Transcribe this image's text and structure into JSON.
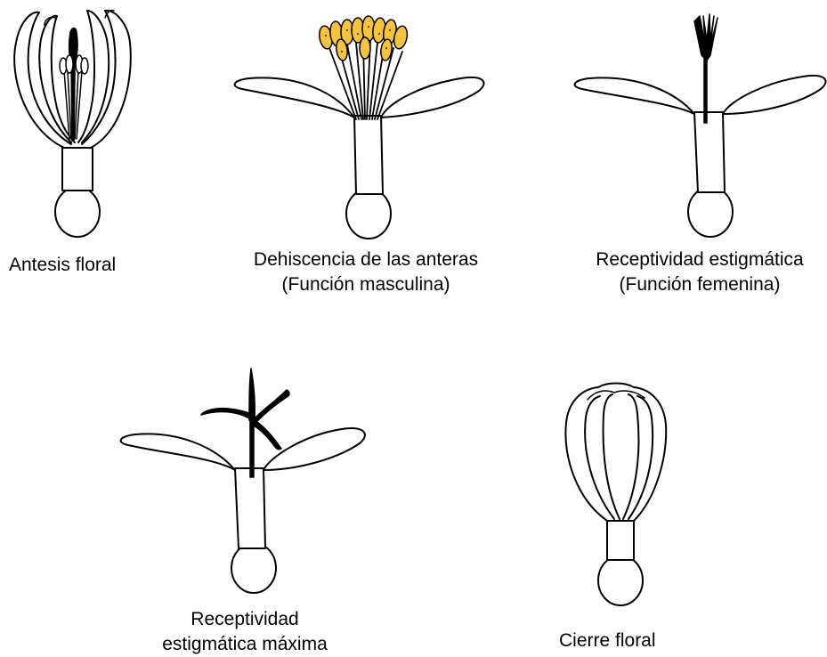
{
  "colors": {
    "line": "#000000",
    "anther": "#F5C242",
    "background": "#FFFFFF"
  },
  "stages": [
    {
      "id": "antesis",
      "label_lines": [
        "Antesis floral"
      ]
    },
    {
      "id": "dehiscencia",
      "label_lines": [
        "Dehiscencia de las anteras",
        "(Función masculina)"
      ]
    },
    {
      "id": "receptividad",
      "label_lines": [
        "Receptividad estigmática",
        "(Función femenina)"
      ]
    },
    {
      "id": "receptividad-maxima",
      "label_lines": [
        "Receptividad",
        "estigmática máxima"
      ]
    },
    {
      "id": "cierre",
      "label_lines": [
        "Cierre floral"
      ]
    }
  ]
}
